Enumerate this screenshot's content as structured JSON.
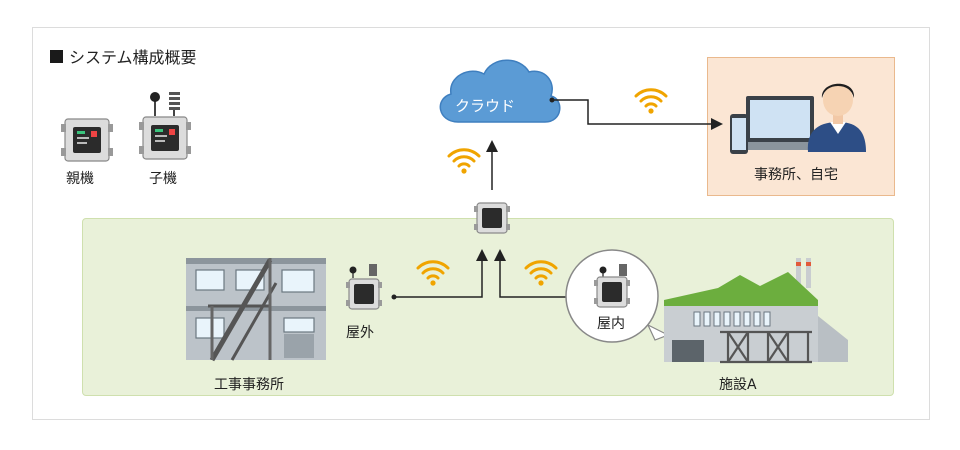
{
  "title": "システム構成概要",
  "legend": {
    "parent_label": "親機",
    "child_label": "子機"
  },
  "cloud_label": "クラウド",
  "office_label": "事務所、自宅",
  "outdoor_label": "屋外",
  "indoor_label": "屋内",
  "site_office_label": "工事事務所",
  "facility_label": "施設A",
  "colors": {
    "cloud": "#5b9bd5",
    "site_zone": "#e9f1d9",
    "office_zone": "#fbe6d4",
    "wifi": "#f0a400",
    "facility_roof": "#6cae3e"
  }
}
